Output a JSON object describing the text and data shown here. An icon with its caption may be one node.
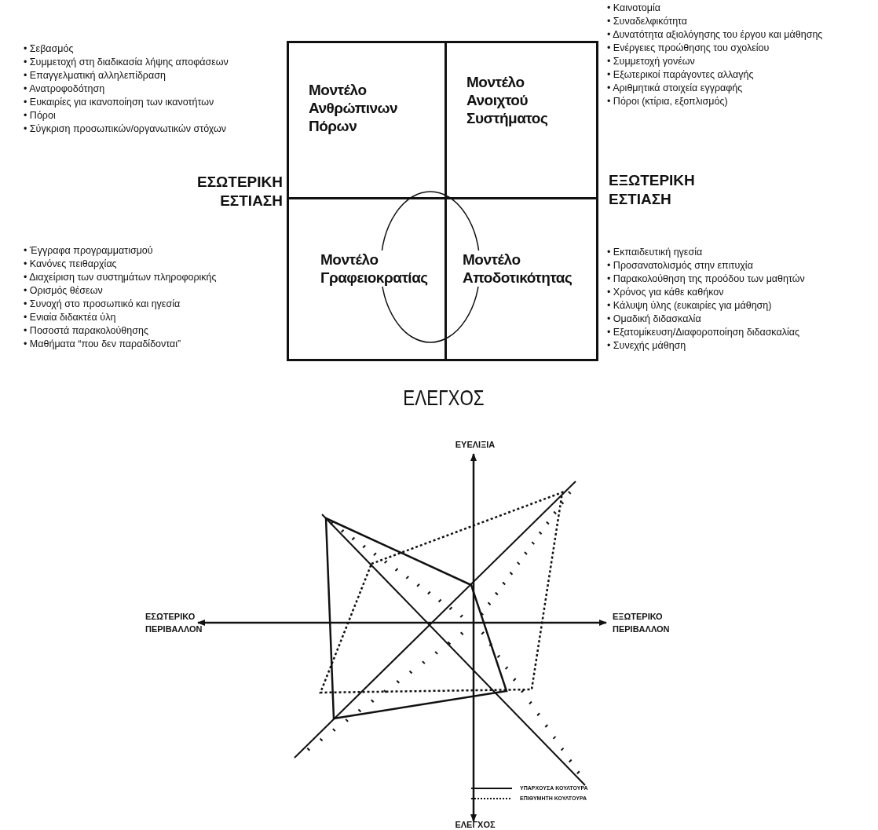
{
  "diagram": {
    "nodes": [
      {
        "text": [
          "Μοντέλο Ανθρώπινων Πόρων"
        ],
        "beside": [
          "• Σεβασμός",
          "• Συμμετοχή στη διαδικασία λήψης αποφάσεων",
          "• Επαγγελματική αλληλεπίδραση",
          "• Ανατροφοδότηση",
          "• Ευκαιρίες για ικανοποίηση των ικανοτήτων",
          "• Πόροι",
          "• Σύγκριση προσωπικών/οργανωτικών στόχων"
        ]
      },
      {
        "text": [
          "Μοντέλο Ανοιχτού Συστήματος"
        ],
        "beside": [
          "• Καινοτομία",
          "• Συναδελφικότητα",
          "• Δυνατότητα αξιολόγησης του έργου και μάθησης",
          "• Ενέργειες προώθησης του σχολείου",
          "• Συμμετοχή γονέων",
          "• Εξωτερικοί παράγοντες αλλαγής",
          "• Αριθμητικά στοιχεία εγγραφής",
          "• Πόροι (κτίρια, εξοπλισμός)"
        ]
      },
      {
        "text": [
          "Μοντέλο Γραφειοκρατίας"
        ],
        "beside": [
          "• Έγγραφα προγραμματισμού",
          "• Κανόνες πειθαρχίας",
          "• Διαχείριση των συστημάτων πληροφορικής",
          "• Ορισμός θέσεων",
          "• Συνοχή στο προσωπικό και ηγεσία",
          "• Ενιαία διδακτέα ύλη",
          "• Ποσοστά παρακολούθησης",
          "• Μαθήματα “που δεν παραδίδονται”"
        ]
      },
      {
        "text": [
          "Μοντέλο Αποδοτικότητας"
        ],
        "beside": [
          "• Εκπαιδευτική ηγεσία",
          "• Προσανατολισμός στην επιτυχία",
          "• Παρακολούθηση της προόδου των μαθητών",
          "• Χρόνος για κάθε καθήκον",
          "• Κάλυψη ύλης (ευκαιρίες για μάθηση)",
          "• Ομαδική διδασκαλία",
          "• Εξατομίκευση/Διαφοροποίηση διδασκαλίας",
          "• Συνεχής μάθηση"
        ]
      },
      {
        "text": [],
        "shape": "ellipse"
      }
    ],
    "edges": [],
    "labels": [
      "ΕΣΩΤΕΡΙΚΗ ΕΣΤΙΑΣΗ",
      "ΕΞΩΤΕΡΙΚΗ ΕΣΤΙΑΣΗ",
      "ΕΛΕΓΧΟΣ",
      "ΕΥΕΛΙΞΙΑ",
      "ΕΣΩΤΕΡΙΚΟ ΠΕΡΙΒΑΛΛΟΝ",
      "ΕΞΩΤΕΡΙΚΟ ΠΕΡΙΒΑΛΛΟΝ",
      "ΕΛΕΓΧΟΣ"
    ],
    "legend": [
      {
        "text": "ΥΠΑΡΧΟΥΣΑ ΚΟΥΛΤΟΥΡΑ"
      },
      {
        "text": "ΕΠΙΘΥΜΗΤΗ ΚΟΥΛΤΟΥΡΑ"
      }
    ]
  }
}
